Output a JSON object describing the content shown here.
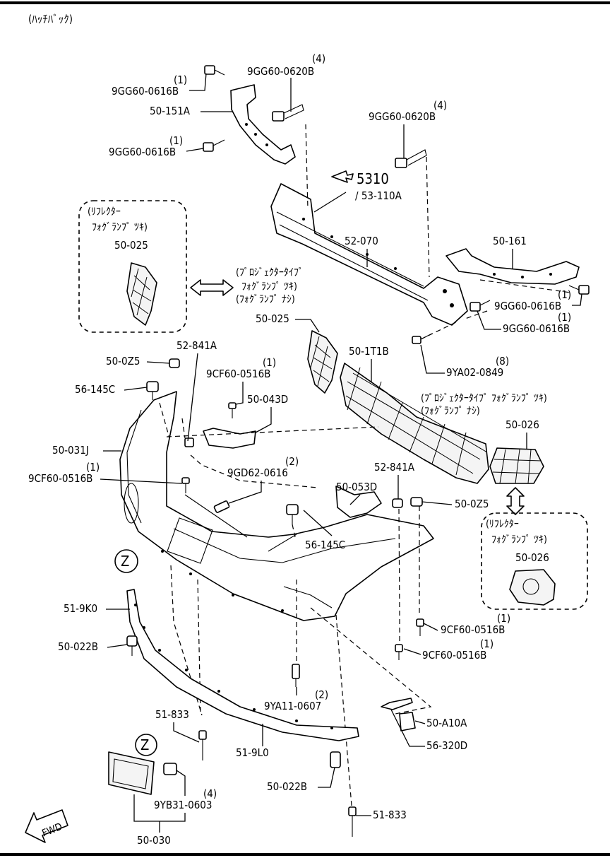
{
  "header": {
    "title": "(ﾊｯﾁﾊﾞｯｸ)"
  },
  "ref": {
    "arrow": "5310",
    "sub": "/ 53-110A"
  },
  "variants": {
    "projector": [
      "(ﾌﾟﾛｼﾞｪｸﾀｰﾀｲﾌﾟ",
      "ﾌｫｸﾞﾗﾝﾌﾟ ﾂｷ)",
      "(ﾌｫｸﾞﾗﾝﾌﾟ ﾅｼ)"
    ],
    "projector_right": [
      "(ﾌﾟﾛｼﾞｪｸﾀｰﾀｲﾌﾟ ﾌｫｸﾞﾗﾝﾌﾟ ﾂｷ)",
      "(ﾌｫｸﾞﾗﾝﾌﾟ ﾅｼ)"
    ],
    "reflector": [
      "(ﾘﾌﾚｸﾀｰ",
      "ﾌｫｸﾞﾗﾝﾌﾟ ﾂｷ)"
    ]
  },
  "callouts": {
    "bolt_0616_top": {
      "qty": "(1)",
      "part": "9GG60-0616B"
    },
    "bolt_0620_top": {
      "qty": "(4)",
      "part": "9GG60-0620B"
    },
    "bracket_left": "50-151A",
    "bolt_0616_mid": {
      "qty": "(1)",
      "part": "9GG60-0616B"
    },
    "bolt_0620_mid": {
      "qty": "(4)",
      "part": "9GG60-0620B"
    },
    "reinforcement": "52-070",
    "bracket_right": "50-161",
    "bolt_0616_r1": {
      "qty": "(1)",
      "part": "9GG60-0616B"
    },
    "bolt_0616_r2": {
      "qty": "(1)",
      "part": "9GG60-0616B"
    },
    "box_left_part": "50-025",
    "cover_left": "50-025",
    "grille": "50-1T1B",
    "screw_0849": {
      "qty": "(8)",
      "part": "9YA02-0849"
    },
    "clip_841a_top": "52-841A",
    "clip_0z5_top": "50-0Z5",
    "clip_145c_top": "56-145C",
    "screw_0516_a": {
      "qty": "(1)",
      "part": "9CF60-0516B"
    },
    "bracket_043d": "50-043D",
    "bumper": "50-031J",
    "screw_0516_b": {
      "qty": "(1)",
      "part": "9CF60-0516B"
    },
    "bolt_0616_gd": {
      "qty": "(2)",
      "part": "9GD62-0616"
    },
    "cover_right": "50-026",
    "clip_841a_mid": "52-841A",
    "bracket_053d": "50-053D",
    "clip_0z5_mid": "50-0Z5",
    "clip_145c_mid": "56-145C",
    "box_right_part": "50-026",
    "strip_9k0": "51-9K0",
    "clip_022b_left": "50-022B",
    "screw_0516_c": {
      "qty": "(1)",
      "part": "9CF60-0516B"
    },
    "screw_0516_d": {
      "qty": "(1)",
      "part": "9CF60-0516B"
    },
    "screw_0607": {
      "qty": "(2)",
      "part": "9YA11-0607"
    },
    "pin_833_left": "51-833",
    "nut_a10a": "50-A10A",
    "cable_320d": "56-320D",
    "strip_9l0": "51-9L0",
    "clip_022b_bottom": "50-022B",
    "screw_0603": {
      "qty": "(4)",
      "part": "9YB31-0603"
    },
    "pin_833_bottom": "51-833",
    "plate_holder": "50-030"
  },
  "markers": {
    "z_top": "Z",
    "z_bottom": "Z",
    "fwd": "FWD"
  }
}
